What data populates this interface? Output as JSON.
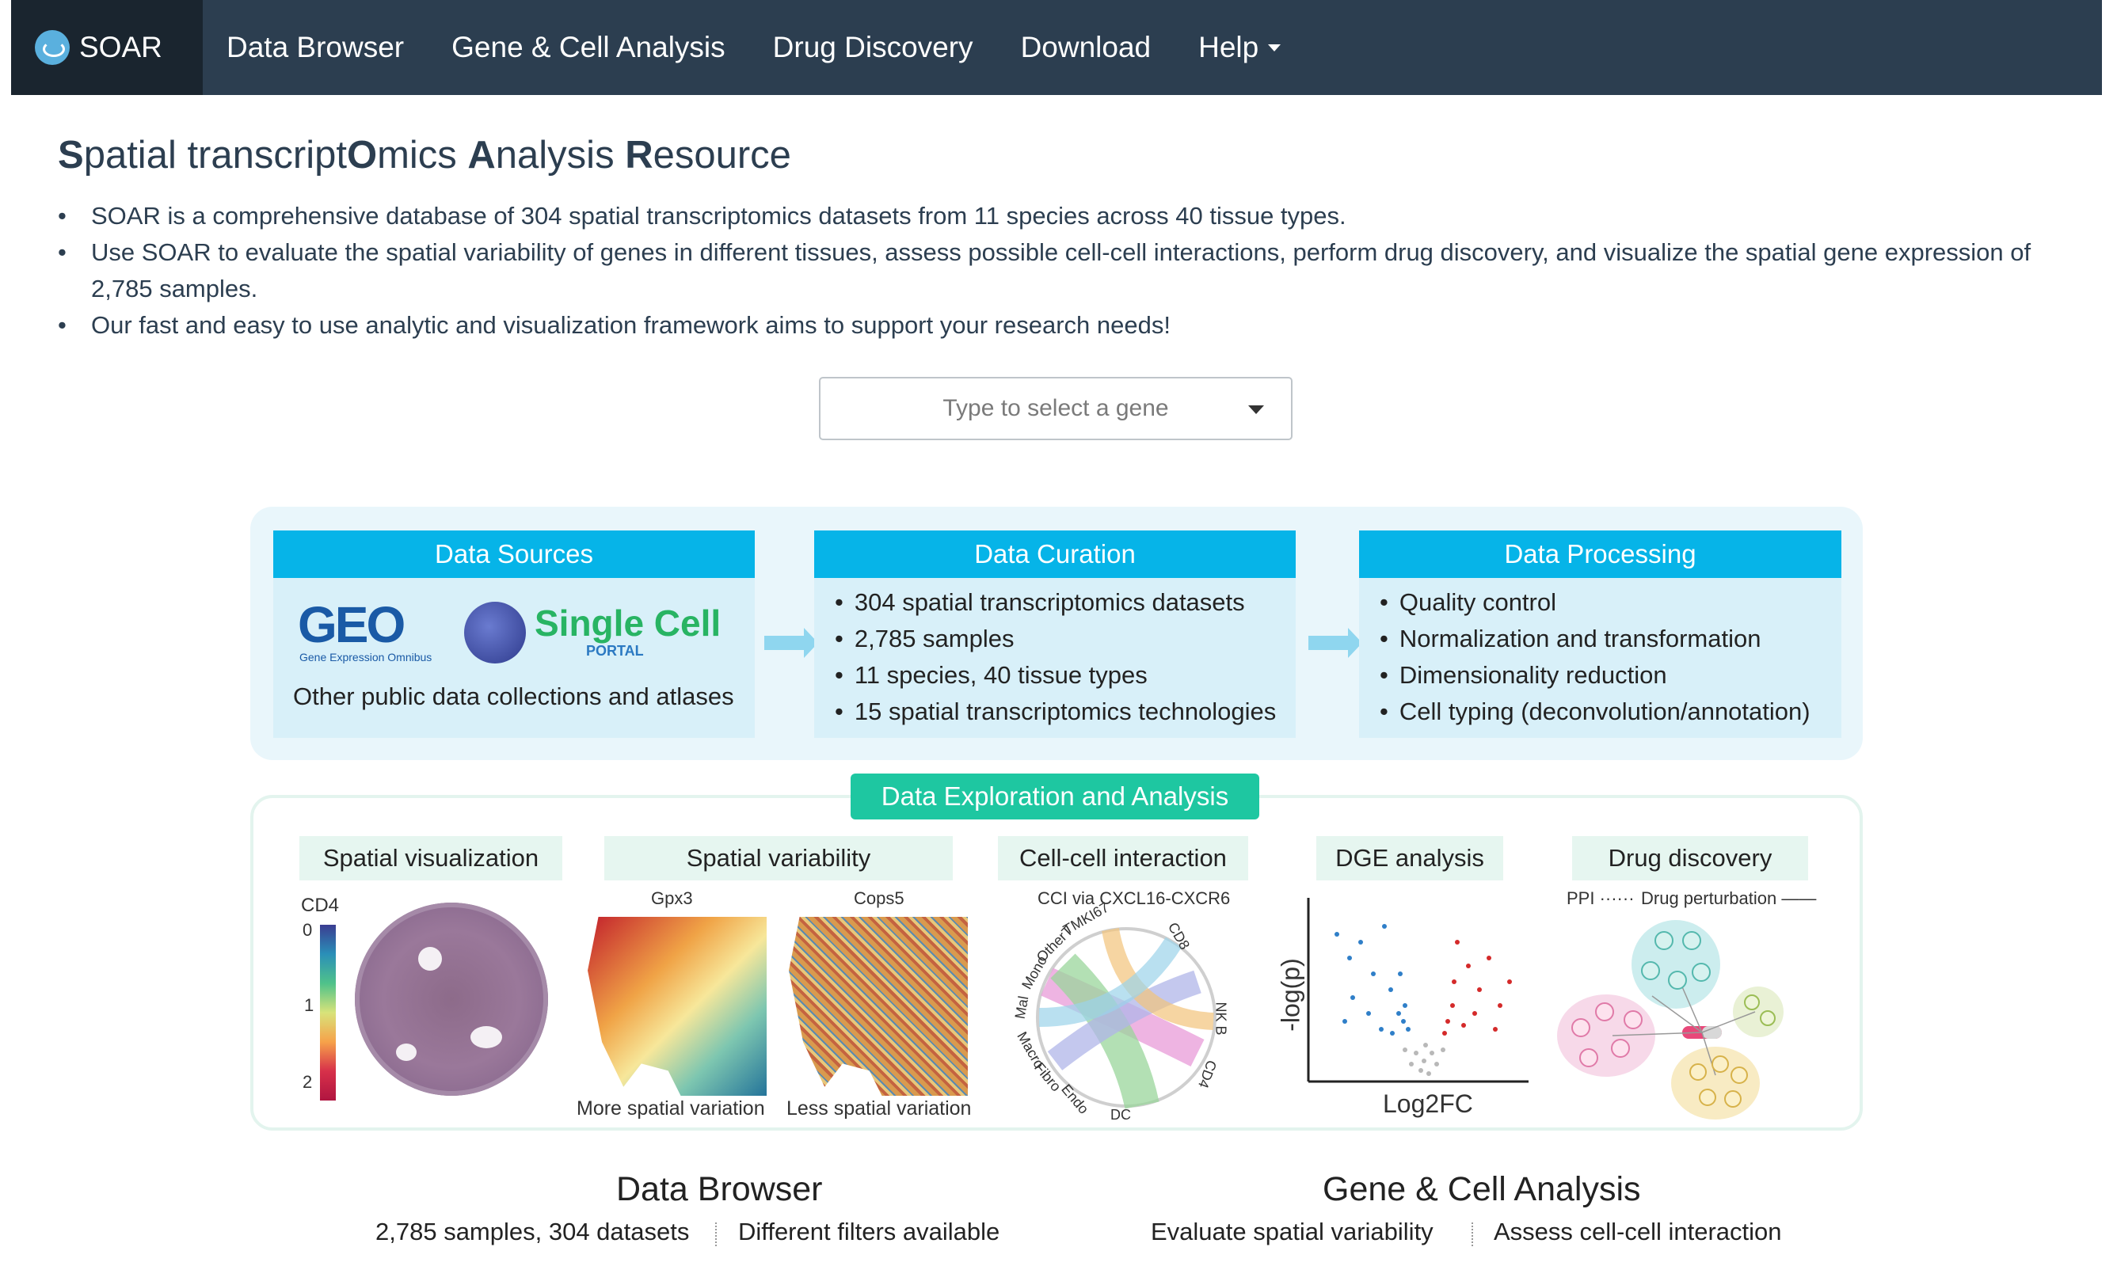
{
  "nav": {
    "brand": "SOAR",
    "items": [
      "Data Browser",
      "Gene & Cell Analysis",
      "Drug Discovery",
      "Download",
      "Help"
    ]
  },
  "title": {
    "parts": [
      {
        "text": "S",
        "bold": true
      },
      {
        "text": "patial transcript",
        "bold": false
      },
      {
        "text": "O",
        "bold": true
      },
      {
        "text": "mics ",
        "bold": false
      },
      {
        "text": "A",
        "bold": true
      },
      {
        "text": "nalysis ",
        "bold": false
      },
      {
        "text": "R",
        "bold": true
      },
      {
        "text": "esource",
        "bold": false
      }
    ]
  },
  "intro": [
    "SOAR is a comprehensive database of 304 spatial transcriptomics datasets from 11 species across 40 tissue types.",
    "Use SOAR to evaluate the spatial variability of genes in different tissues, assess possible cell-cell interactions, perform drug discovery, and visualize the spatial gene expression of 2,785 samples.",
    "Our fast and easy to use analytic and visualization framework aims to support your research needs!"
  ],
  "gene_select": {
    "placeholder": "Type to select a gene"
  },
  "workflow": {
    "sources": {
      "title": "Data Sources",
      "geo": "GEO",
      "geo_sub": "Gene Expression Omnibus",
      "scp": "Single Cell",
      "scp_sub": "PORTAL",
      "note": "Other public data collections and atlases"
    },
    "curation": {
      "title": "Data Curation",
      "items": [
        "304 spatial transcriptomics datasets",
        "2,785 samples",
        "11 species, 40 tissue types",
        "15 spatial transcriptomics technologies"
      ]
    },
    "processing": {
      "title": "Data Processing",
      "items": [
        "Quality control",
        "Normalization and transformation",
        "Dimensionality reduction",
        "Cell typing (deconvolution/annotation)"
      ]
    },
    "exploration": {
      "title": "Data Exploration and Analysis",
      "panels": [
        "Spatial visualization",
        "Spatial variability",
        "Cell-cell interaction",
        "DGE analysis",
        "Drug discovery"
      ],
      "spatial_vis": {
        "gene": "CD4",
        "ticks": [
          "0",
          "1",
          "2"
        ]
      },
      "spatial_var": {
        "gene_left": "Gpx3",
        "gene_right": "Cops5",
        "caption_left": "More spatial variation",
        "caption_right": "Less spatial variation"
      },
      "cci": {
        "title": "CCI via CXCL16-CXCR6",
        "cells": [
          "TMKI67",
          "CD8",
          "NK B",
          "CD4",
          "DC",
          "Endo",
          "Fibro",
          "Macro",
          "Mal",
          "Mono",
          "OtherT"
        ]
      },
      "dge": {
        "ylabel": "-log(p)",
        "xlabel": "Log2FC"
      },
      "drug": {
        "legend_ppi": "PPI",
        "legend_drug": "Drug perturbation"
      }
    }
  },
  "sections": {
    "browser": {
      "title": "Data Browser",
      "left": "2,785 samples, 304 datasets",
      "right": "Different filters available"
    },
    "analysis": {
      "title": "Gene & Cell Analysis",
      "left": "Evaluate spatial variability",
      "right": "Assess cell-cell interaction"
    }
  },
  "colors": {
    "navbar": "#2c3e50",
    "brand_bg": "#1a252f",
    "box_head": "#06b4e8",
    "explore_head": "#1ec7a1"
  }
}
